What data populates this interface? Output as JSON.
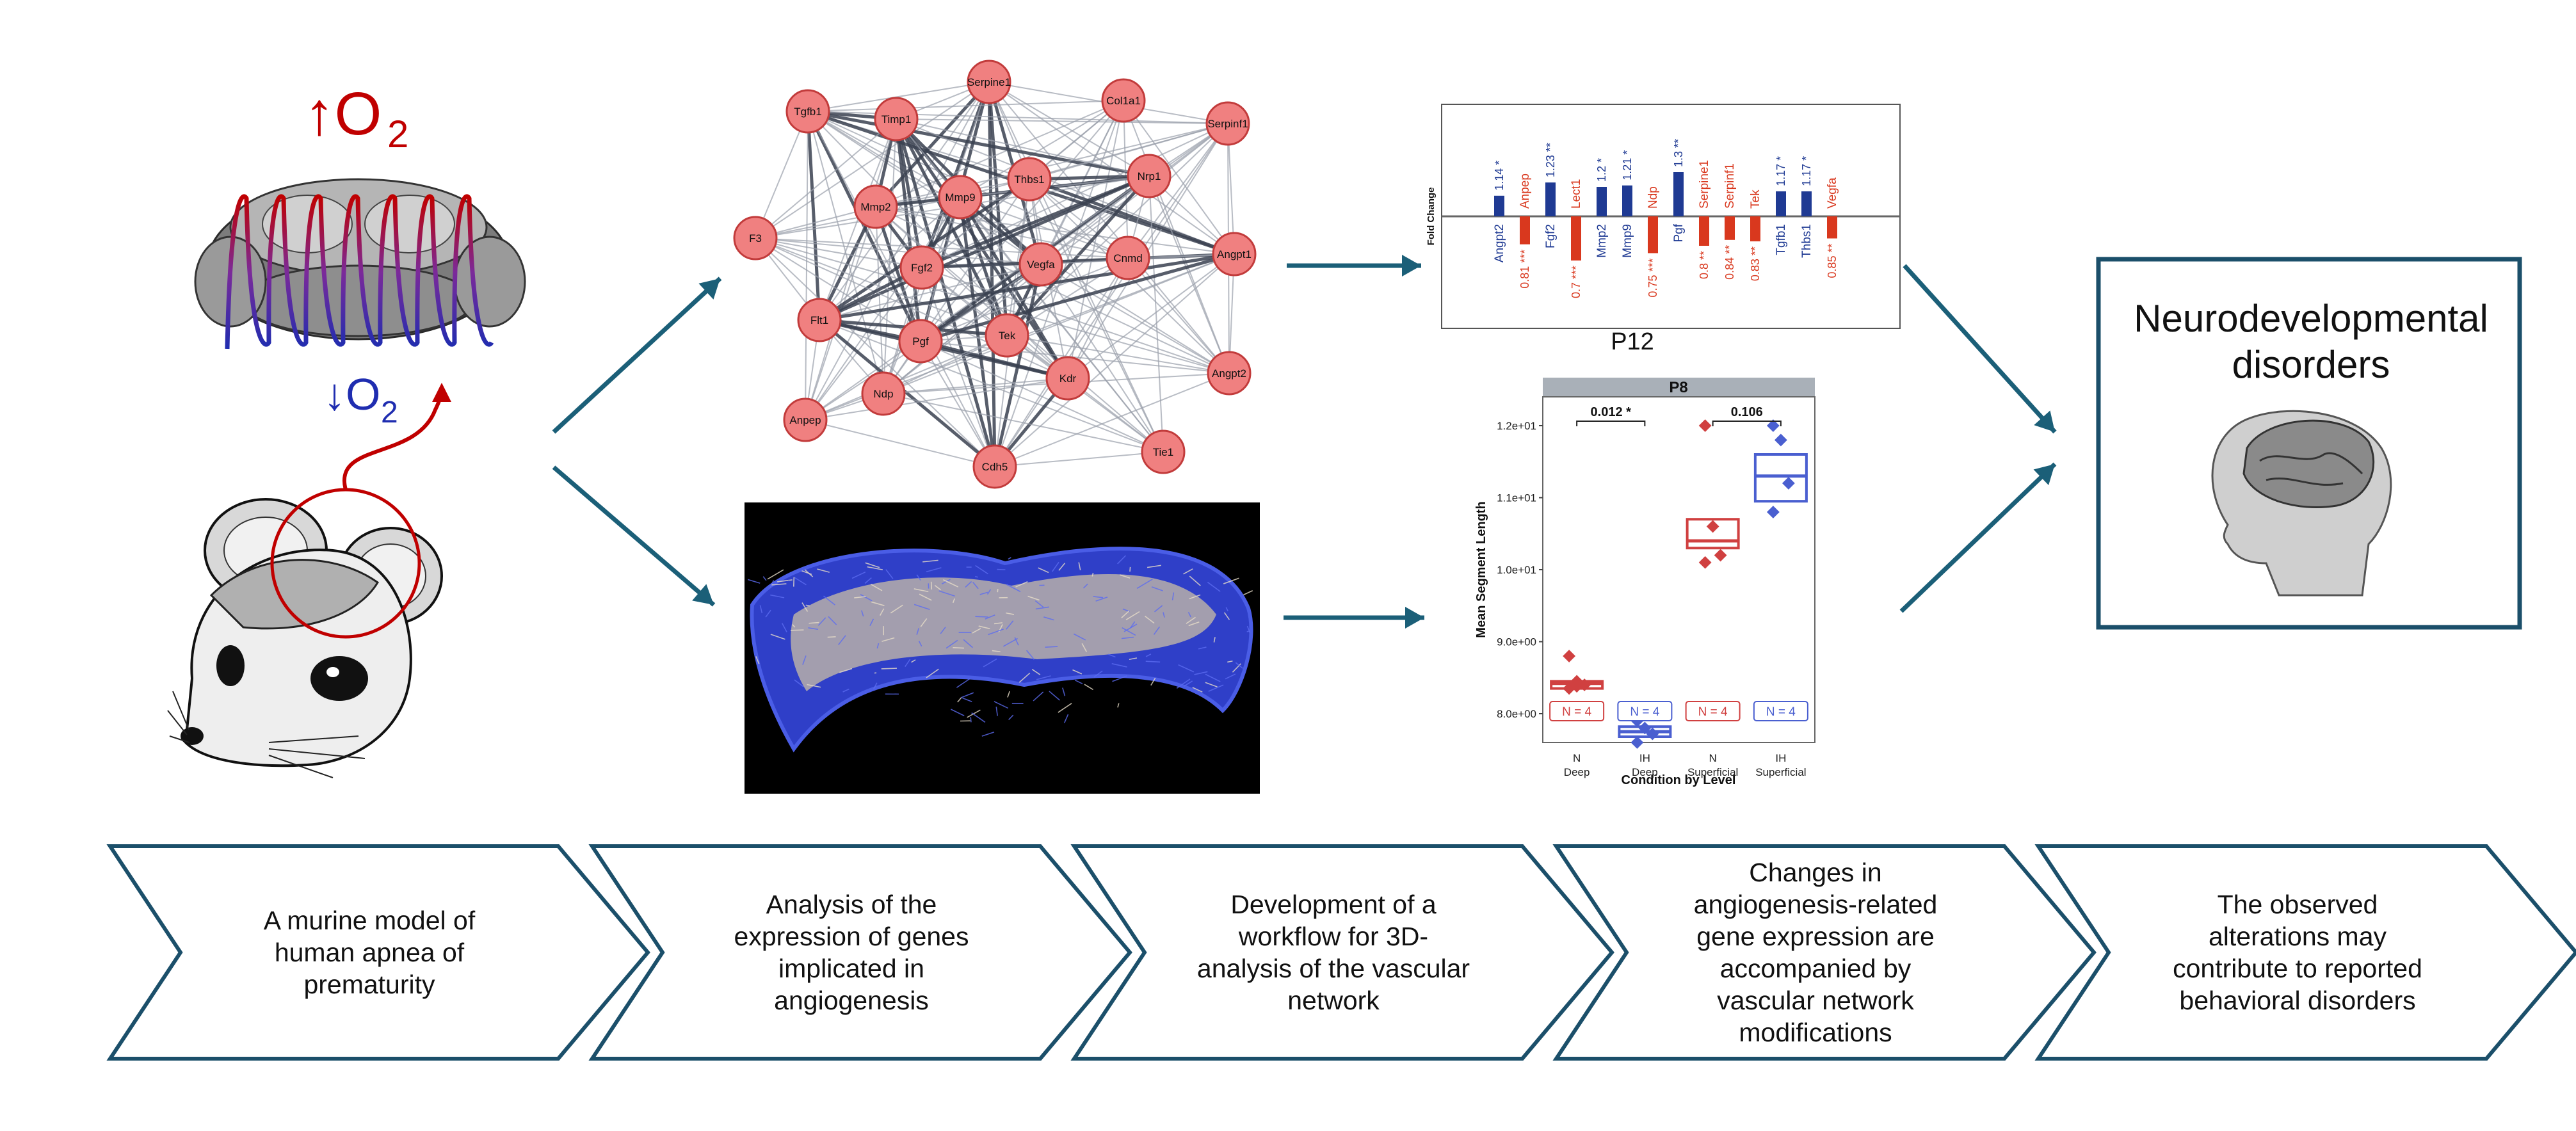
{
  "model": {
    "up_o2": "↑O",
    "up_o2_sub": "2",
    "down_o2": "↓O",
    "down_o2_sub": "2",
    "color_up": "#c00000",
    "color_down": "#1f2db0"
  },
  "network": {
    "node_color": "#f08080",
    "nodes": [
      "Serpine1",
      "Col1a1",
      "Tgfb1",
      "Timp1",
      "Serpinf1",
      "Mmp2",
      "Mmp9",
      "Thbs1",
      "Nrp1",
      "F3",
      "Fgf2",
      "Vegfa",
      "Cnmd",
      "Angpt1",
      "Flt1",
      "Pgf",
      "Tek",
      "Kdr",
      "Angpt2",
      "Ndp",
      "Anpep",
      "Tie1",
      "Cdh5"
    ]
  },
  "fold_change_chart": {
    "ylabel": "Fold Change",
    "caption": "P12",
    "genes": [
      {
        "name": "Angpt2",
        "value": 1.14,
        "sig": "*"
      },
      {
        "name": "Anpep",
        "value": 0.81,
        "sig": "***"
      },
      {
        "name": "Fgf2",
        "value": 1.23,
        "sig": "**"
      },
      {
        "name": "Lect1",
        "value": 0.7,
        "sig": "***"
      },
      {
        "name": "Mmp2",
        "value": 1.2,
        "sig": "*"
      },
      {
        "name": "Mmp9",
        "value": 1.21,
        "sig": "*"
      },
      {
        "name": "Ndp",
        "value": 0.75,
        "sig": "***"
      },
      {
        "name": "Pgf",
        "value": 1.3,
        "sig": "**"
      },
      {
        "name": "Serpine1",
        "value": 0.8,
        "sig": "**"
      },
      {
        "name": "Serpinf1",
        "value": 0.84,
        "sig": "**"
      },
      {
        "name": "Tek",
        "value": 0.83,
        "sig": "**"
      },
      {
        "name": "Tgfb1",
        "value": 1.17,
        "sig": "*"
      },
      {
        "name": "Thbs1",
        "value": 1.17,
        "sig": "*"
      },
      {
        "name": "Vegfa",
        "value": 0.85,
        "sig": "**"
      }
    ],
    "up_color": "#1f3a93",
    "down_color": "#d9381e"
  },
  "chart_data": {
    "type": "box",
    "title": "P8",
    "xlabel": "Condition by Level",
    "ylabel": "Mean Segment Length",
    "ylim": [
      7.6,
      12.4
    ],
    "yticks": [
      {
        "v": 8.0,
        "label": "8.0e+00"
      },
      {
        "v": 9.0,
        "label": "9.0e+00"
      },
      {
        "v": 10.0,
        "label": "1.0e+01"
      },
      {
        "v": 11.0,
        "label": "1.1e+01"
      },
      {
        "v": 12.0,
        "label": "1.2e+01"
      }
    ],
    "groups": [
      {
        "label1": "N",
        "label2": "Deep",
        "color": "#d04040",
        "q1": 8.35,
        "median": 8.42,
        "q3": 8.45,
        "points": [
          8.8,
          8.45,
          8.4,
          8.35,
          8.38
        ],
        "n": "N = 4"
      },
      {
        "label1": "IH",
        "label2": "Deep",
        "color": "#4a5fd0",
        "q1": 7.68,
        "median": 7.75,
        "q3": 7.82,
        "points": [
          7.9,
          7.8,
          7.72,
          7.6
        ],
        "n": "N = 4"
      },
      {
        "label1": "N",
        "label2": "Superficial",
        "color": "#d04040",
        "q1": 10.3,
        "median": 10.4,
        "q3": 10.7,
        "points": [
          12.0,
          10.6,
          10.2,
          10.1
        ],
        "n": "N = 4"
      },
      {
        "label1": "IH",
        "label2": "Superficial",
        "color": "#4a5fd0",
        "q1": 10.95,
        "median": 11.3,
        "q3": 11.6,
        "points": [
          12.0,
          11.8,
          11.2,
          10.8
        ],
        "n": "N = 4"
      }
    ],
    "brackets": [
      {
        "from": 0,
        "to": 1,
        "label": "0.012 *"
      },
      {
        "from": 2,
        "to": 3,
        "label": "0.106"
      }
    ]
  },
  "outcome": {
    "title": "Neurodevelopmental\ndisorders"
  },
  "steps": [
    "A murine model of\nhuman apnea of\nprematurity",
    "Analysis of the\nexpression of genes\nimplicated in\nangiogenesis",
    "Development of a\nworkflow for 3D-\nanalysis of the vascular\nnetwork",
    "Changes in\nangiogenesis-related\ngene expression are\naccompanied by\nvascular network\nmodifications",
    "The observed\nalterations may\ncontribute to reported\nbehavioral disorders"
  ],
  "arrow_color": "#1b5f78"
}
